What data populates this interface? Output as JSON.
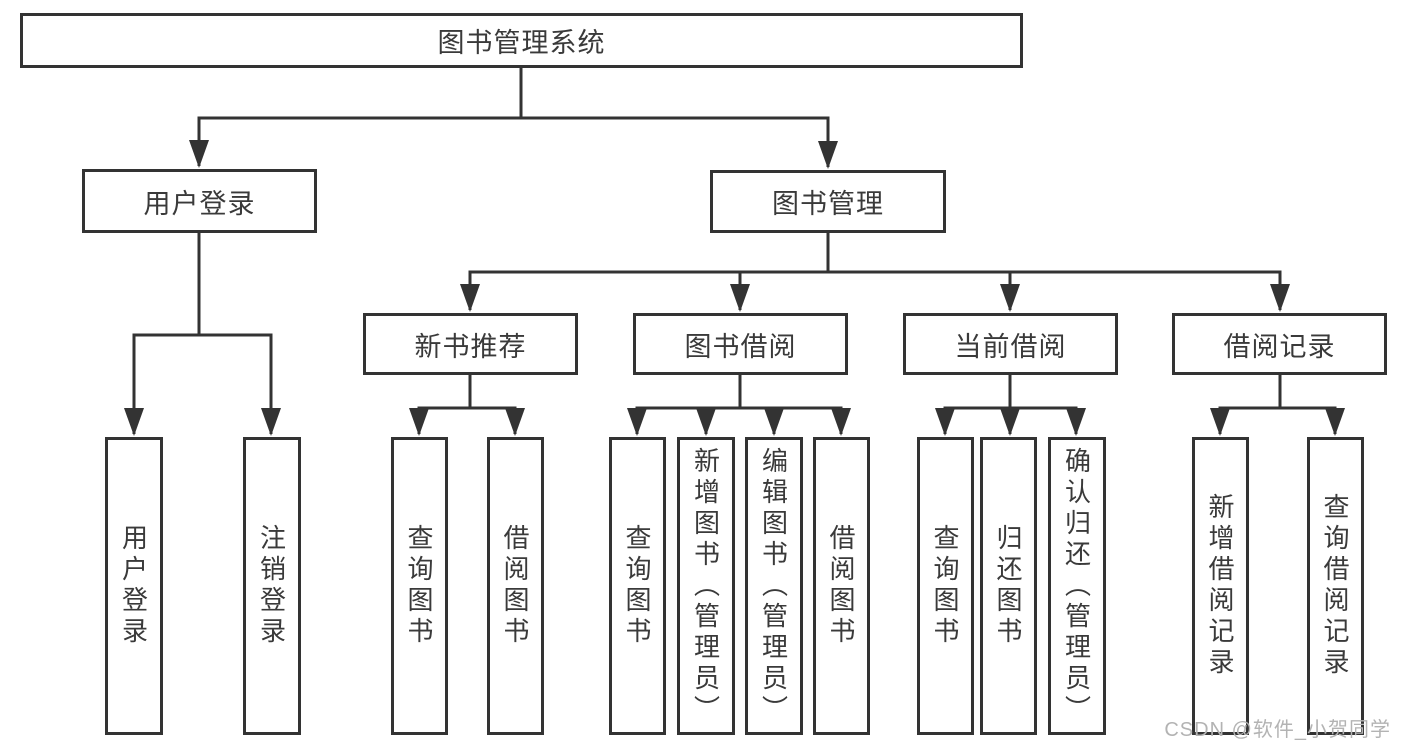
{
  "tree": {
    "root": {
      "label": "图书管理系统"
    },
    "level2": [
      {
        "label": "用户登录",
        "children": [
          {
            "label": "用户登录"
          },
          {
            "label": "注销登录"
          }
        ]
      },
      {
        "label": "图书管理",
        "children": [
          {
            "label": "新书推荐",
            "children": [
              {
                "label": "查询图书"
              },
              {
                "label": "借阅图书"
              }
            ]
          },
          {
            "label": "图书借阅",
            "children": [
              {
                "label": "查询图书"
              },
              {
                "label": "新增图书（管理员）"
              },
              {
                "label": "编辑图书（管理员）"
              },
              {
                "label": "借阅图书"
              }
            ]
          },
          {
            "label": "当前借阅",
            "children": [
              {
                "label": "查询图书"
              },
              {
                "label": "归还图书"
              },
              {
                "label": "确认归还（管理员）"
              }
            ]
          },
          {
            "label": "借阅记录",
            "children": [
              {
                "label": "新增借阅记录"
              },
              {
                "label": "查询借阅记录"
              }
            ]
          }
        ]
      }
    ]
  },
  "watermark": {
    "text": "CSDN @软件_小贺同学"
  },
  "colors": {
    "line": "#333333",
    "text": "#3a3a3a",
    "box_background": "#ffffff",
    "watermark": "#b3b3b3",
    "page_background": "#ffffff"
  }
}
